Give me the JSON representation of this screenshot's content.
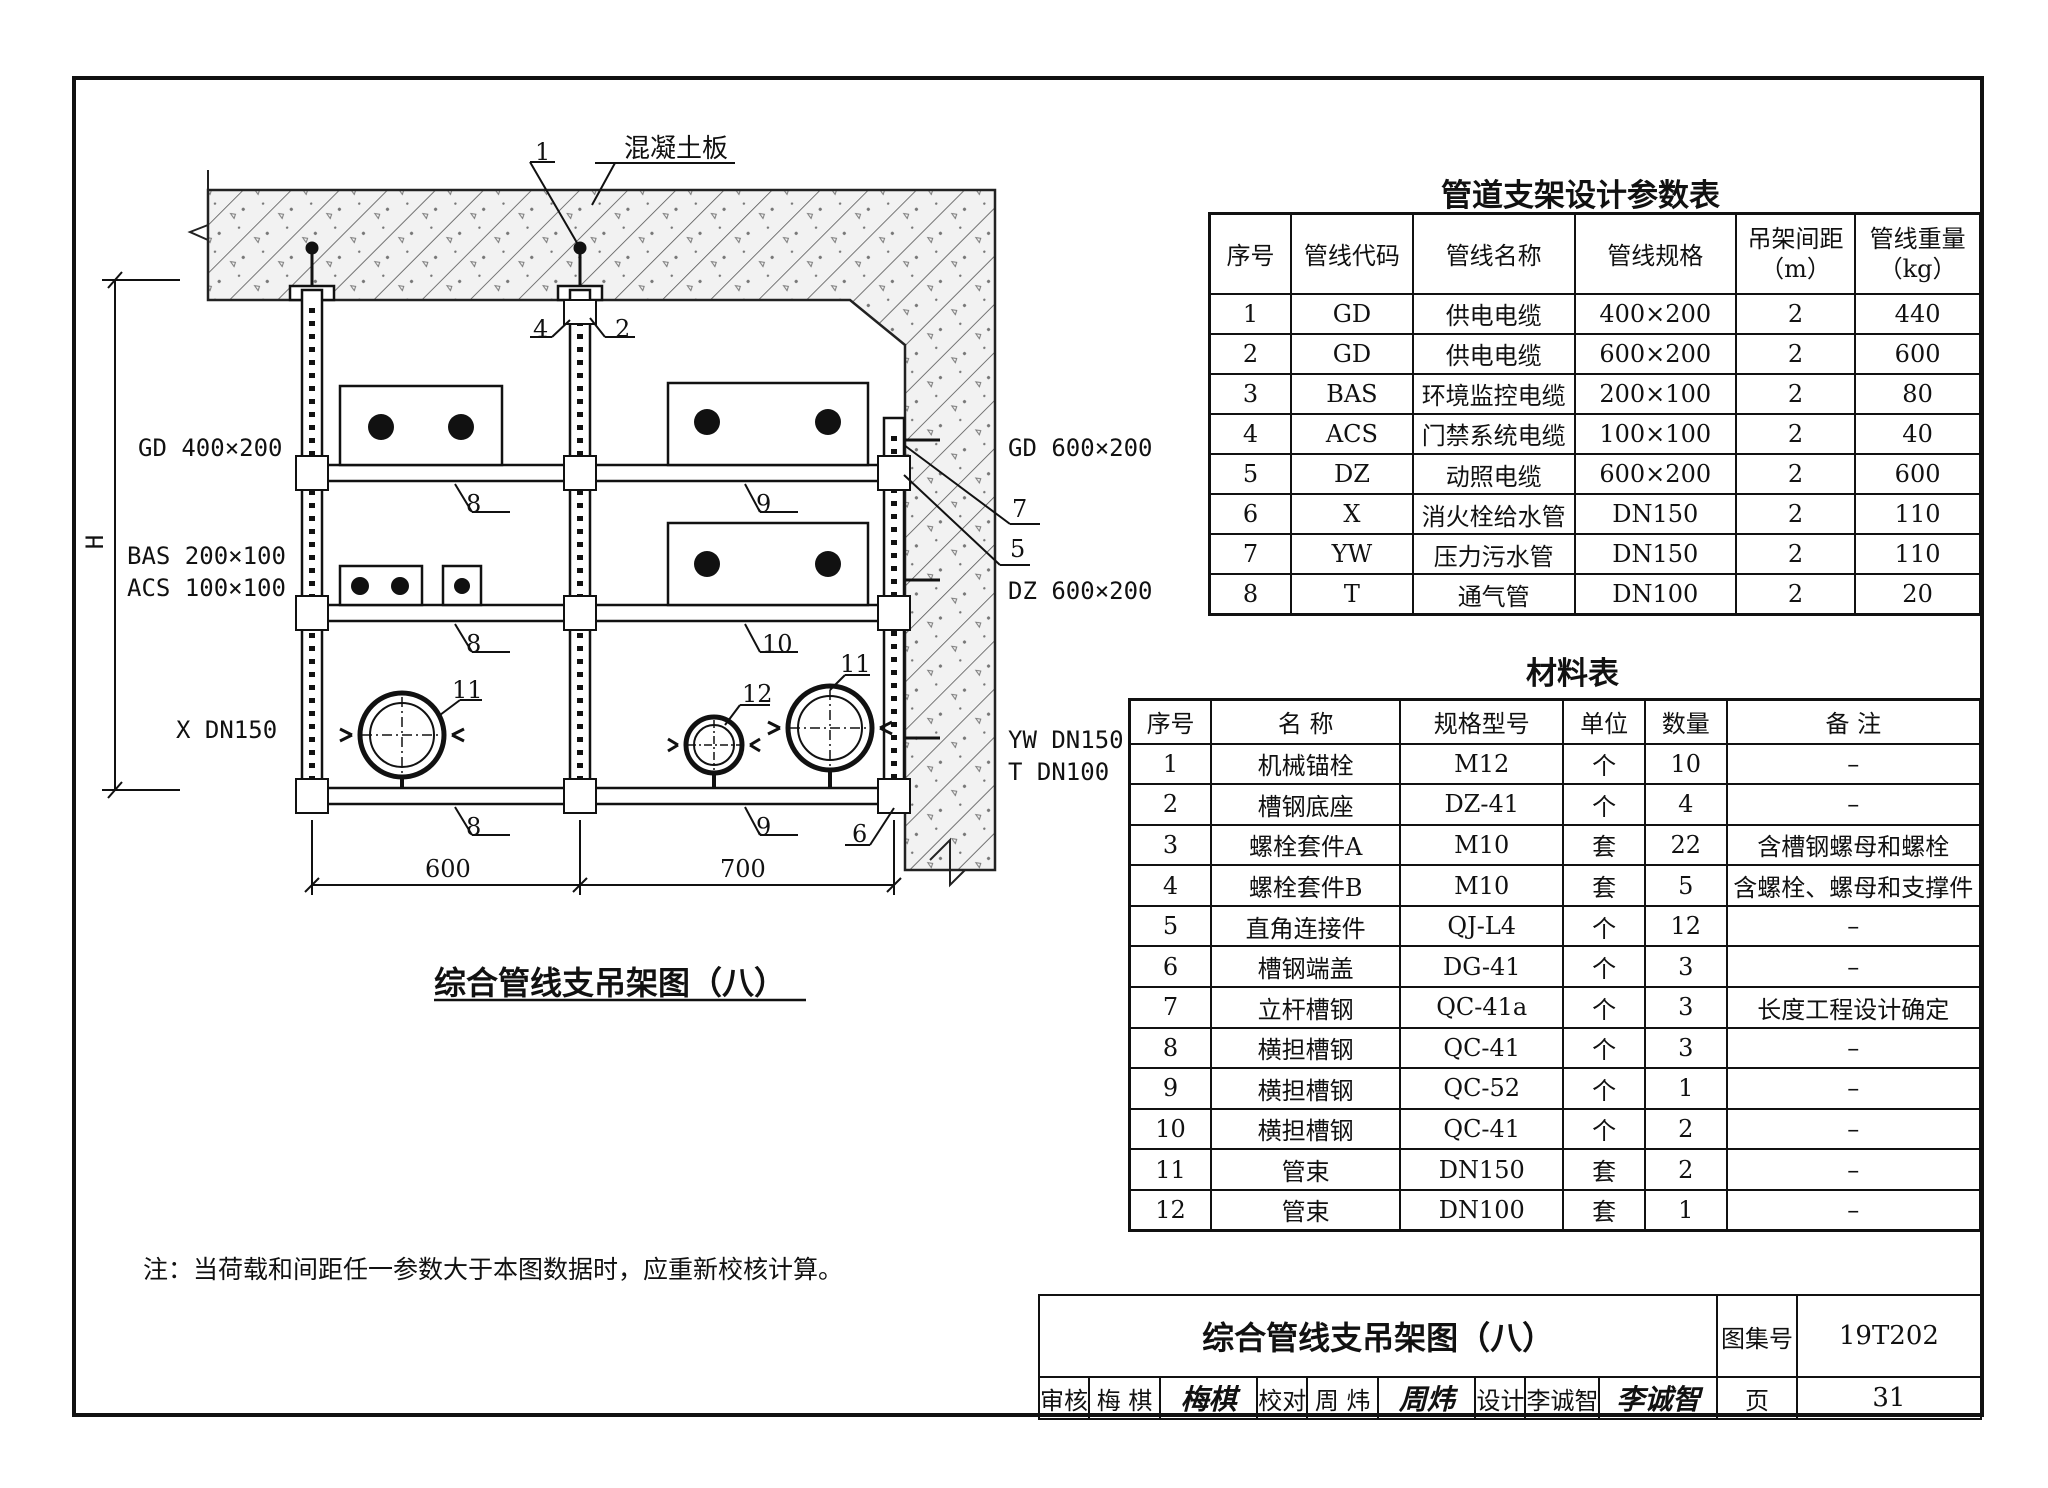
{
  "drawing": {
    "concrete_label": "混凝土板",
    "dimension_H": "H",
    "dimensions": {
      "left_width": "600",
      "right_width": "700"
    },
    "pipe_labels_left": [
      "GD 400×200",
      "BAS 200×100",
      "ACS 100×100",
      "X DN150"
    ],
    "pipe_labels_right": [
      "GD 600×200",
      "DZ 600×200",
      "YW DN150",
      "T DN100"
    ],
    "callouts": [
      "1",
      "2",
      "4",
      "5",
      "6",
      "7",
      "8",
      "8",
      "8",
      "9",
      "9",
      "10",
      "11",
      "11",
      "12"
    ],
    "caption": "综合管线支吊架图（八）"
  },
  "param_table": {
    "title": "管道支架设计参数表",
    "headers": [
      "序号",
      "管线代码",
      "管线名称",
      "管线规格",
      "吊架间距（m）",
      "管线重量（kg）"
    ],
    "rows": [
      [
        "1",
        "GD",
        "供电电缆",
        "400×200",
        "2",
        "440"
      ],
      [
        "2",
        "GD",
        "供电电缆",
        "600×200",
        "2",
        "600"
      ],
      [
        "3",
        "BAS",
        "环境监控电缆",
        "200×100",
        "2",
        "80"
      ],
      [
        "4",
        "ACS",
        "门禁系统电缆",
        "100×100",
        "2",
        "40"
      ],
      [
        "5",
        "DZ",
        "动照电缆",
        "600×200",
        "2",
        "600"
      ],
      [
        "6",
        "X",
        "消火栓给水管",
        "DN150",
        "2",
        "110"
      ],
      [
        "7",
        "YW",
        "压力污水管",
        "DN150",
        "2",
        "110"
      ],
      [
        "8",
        "T",
        "通气管",
        "DN100",
        "2",
        "20"
      ]
    ]
  },
  "material_table": {
    "title": "材料表",
    "headers": [
      "序号",
      "名  称",
      "规格型号",
      "单位",
      "数量",
      "备    注"
    ],
    "rows": [
      [
        "1",
        "机械锚栓",
        "M12",
        "个",
        "10",
        "–"
      ],
      [
        "2",
        "槽钢底座",
        "DZ-41",
        "个",
        "4",
        "–"
      ],
      [
        "3",
        "螺栓套件A",
        "M10",
        "套",
        "22",
        "含槽钢螺母和螺栓"
      ],
      [
        "4",
        "螺栓套件B",
        "M10",
        "套",
        "5",
        "含螺栓、螺母和支撑件"
      ],
      [
        "5",
        "直角连接件",
        "QJ-L4",
        "个",
        "12",
        "–"
      ],
      [
        "6",
        "槽钢端盖",
        "DG-41",
        "个",
        "3",
        "–"
      ],
      [
        "7",
        "立杆槽钢",
        "QC-41a",
        "个",
        "3",
        "长度工程设计确定"
      ],
      [
        "8",
        "横担槽钢",
        "QC-41",
        "个",
        "3",
        "–"
      ],
      [
        "9",
        "横担槽钢",
        "QC-52",
        "个",
        "1",
        "–"
      ],
      [
        "10",
        "横担槽钢",
        "QC-41",
        "个",
        "2",
        "–"
      ],
      [
        "11",
        "管束",
        "DN150",
        "套",
        "2",
        "–"
      ],
      [
        "12",
        "管束",
        "DN100",
        "套",
        "1",
        "–"
      ]
    ]
  },
  "note": "注：当荷载和间距任一参数大于本图数据时，应重新校核计算。",
  "title_block": {
    "title": "综合管线支吊架图（八）",
    "atlas_label": "图集号",
    "atlas_no": "19T202",
    "review_label": "审核",
    "reviewer": "梅 棋",
    "reviewer_sig": "梅棋",
    "check_label": "校对",
    "checker": "周 炜",
    "checker_sig": "周炜",
    "design_label": "设计",
    "designer": "李诚智",
    "designer_sig": "李诚智",
    "page_label": "页",
    "page_no": "31"
  }
}
